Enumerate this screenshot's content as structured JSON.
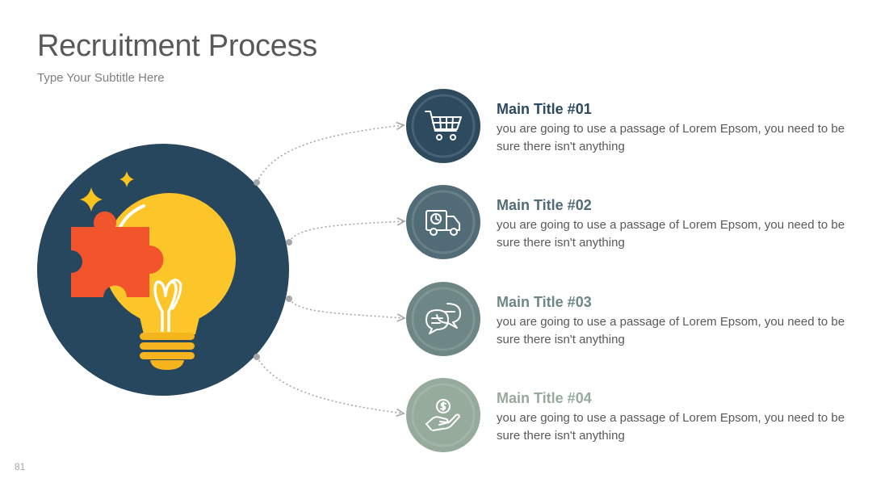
{
  "slide": {
    "title": "Recruitment Process",
    "subtitle": "Type Your Subtitle Here",
    "page_number": "81"
  },
  "colors": {
    "navy": "#26475e",
    "bulb_yellow": "#fcc62a",
    "bulb_base": "#f5b41e",
    "puzzle": "#f2552c",
    "sparkle": "#f7c31d",
    "step_1": "#2d4a5f",
    "step_2": "#526c77",
    "step_3": "#6e8685",
    "step_4": "#96ab9c",
    "connector": "#a6a6a6"
  },
  "items": [
    {
      "title": "Main Title #01",
      "text": "you are going to use a passage of Lorem Epsom, you need to be sure there isn't anything",
      "icon": "shopping-cart-icon",
      "color": "#2d4a5f"
    },
    {
      "title": "Main Title #02",
      "text": "you are going to use a passage of Lorem Epsom, you need to be sure there isn't anything",
      "icon": "delivery-truck-icon",
      "color": "#526c77"
    },
    {
      "title": "Main Title #03",
      "text": "you are going to use a passage of Lorem Epsom, you need to be sure there isn't anything",
      "icon": "chat-bubbles-icon",
      "color": "#6e8685"
    },
    {
      "title": "Main Title #04",
      "text": "you are going to use a passage of Lorem Epsom, you need to be sure there isn't anything",
      "icon": "hand-coin-icon",
      "color": "#96ab9c"
    }
  ]
}
